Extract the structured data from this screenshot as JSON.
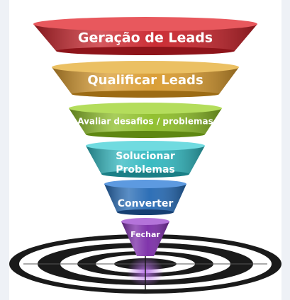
{
  "funnel": {
    "stages": [
      {
        "label": "Geração de Leads",
        "color": "#c8222a"
      },
      {
        "label": "Qualificar Leads",
        "color": "#d89a2e"
      },
      {
        "label": "Avaliar desafios / problemas",
        "color": "#8cbd26"
      },
      {
        "label": "Solucionar Problemas",
        "color": "#2fb7bf"
      },
      {
        "label": "Converter",
        "color": "#2368b3"
      },
      {
        "label": "Fechar",
        "color": "#7a2aa7"
      }
    ]
  },
  "target": {
    "ring_color": "#1a1a1a",
    "gap_color": "#ffffff"
  }
}
